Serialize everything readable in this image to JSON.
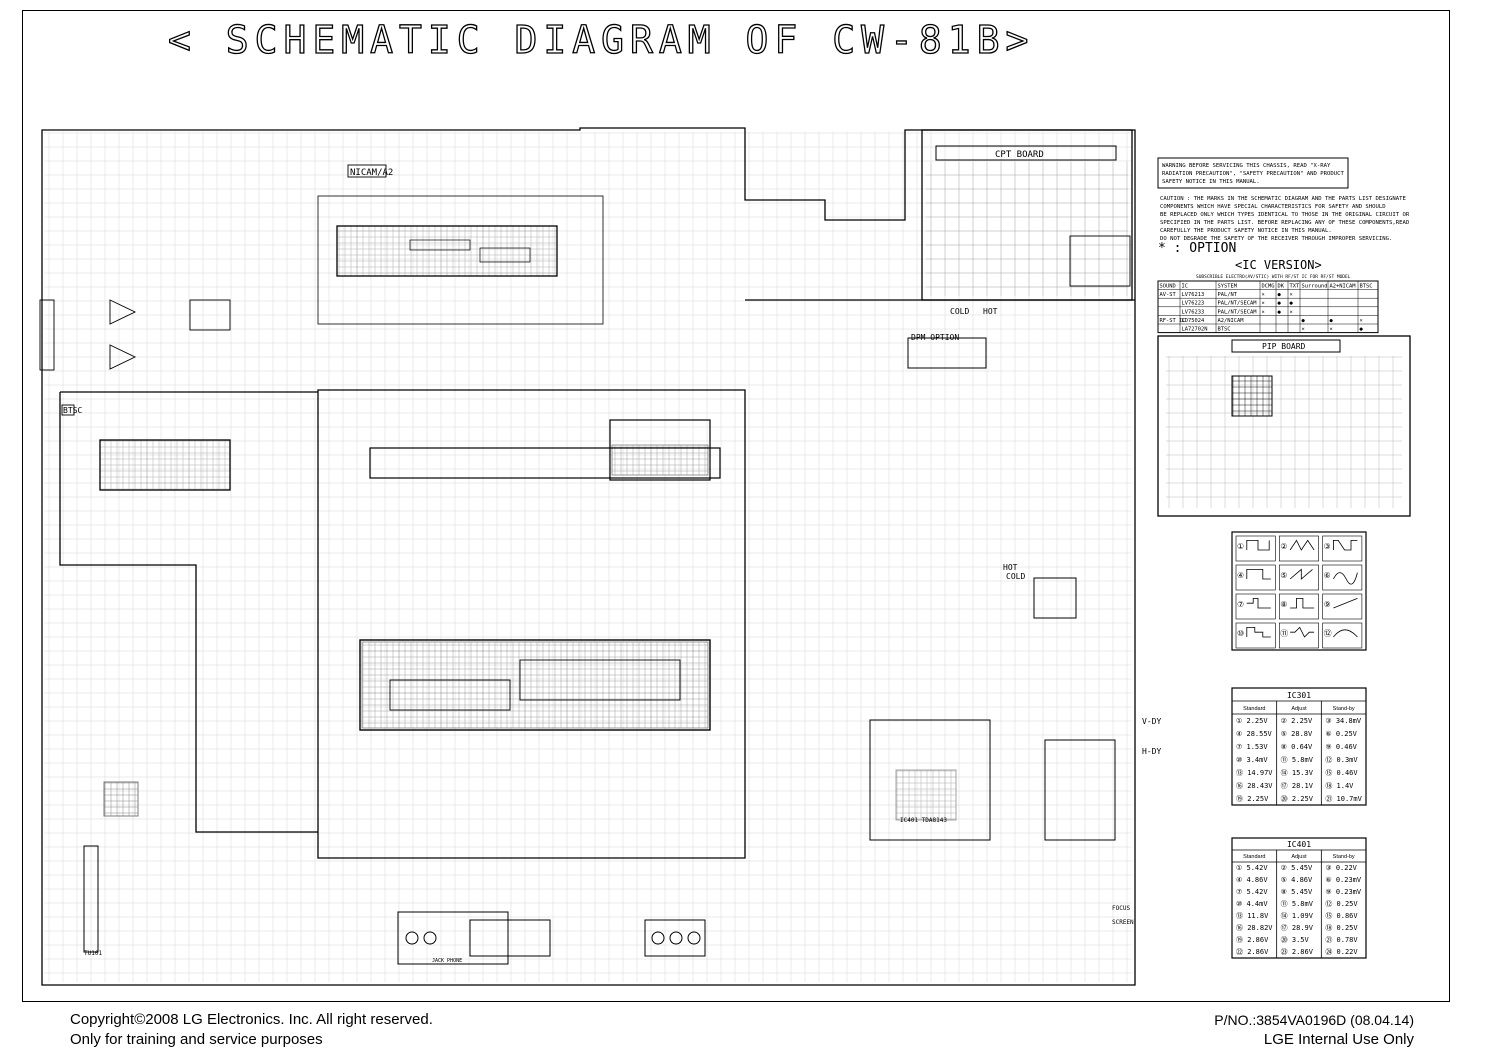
{
  "title": "< SCHEMATIC DIAGRAM OF CW-81B>",
  "blocks": {
    "nicam": "NICAM/A2",
    "btsc": "BTSC",
    "cpt_board": "CPT BOARD",
    "pip_board": "PIP BOARD",
    "dpm_option": "DPM OPTION",
    "cold_top": "COLD",
    "hot_top": "HOT",
    "hot_bottom": "HOT",
    "cold_bottom": "COLD",
    "v_dy": "V-DY",
    "h_dy": "H-DY",
    "focus": "FOCUS",
    "screen": "SCREEN",
    "ic401_label": "IC401\nTDA8143",
    "jack_label": "JACK\nPHONE",
    "tuner": "TU101"
  },
  "warning": [
    "WARNING  BEFORE SERVICING THIS CHASSIS, READ \"X-RAY",
    "RADIATION PRECAUTION\", \"SAFETY PRECAUTION\" AND PRODUCT",
    "SAFETY NOTICE IN THIS MANUAL."
  ],
  "caution": [
    "CAUTION : THE   MARKS IN THE SCHEMATIC DIAGRAM AND THE PARTS LIST DESIGNATE",
    "COMPONENTS WHICH HAVE SPECIAL CHARACTERISTICS FOR SAFETY AND SHOULD",
    "BE REPLACED ONLY WHICH TYPES IDENTICAL TO THOSE IN THE ORIGINAL CIRCUIT OR",
    "SPECIFIED IN THE PARTS LIST. BEFORE REPLACING ANY OF THESE COMPONENTS,READ",
    "CAREFULLY THE PRODUCT SAFETY NOTICE IN THIS MANUAL.",
    "DO NOT DEGRADE THE SAFETY OF THE RECEIVER THROUGH IMPROPER SERVICING."
  ],
  "option": "* : OPTION",
  "ic_version": {
    "title": "<IC VERSION>",
    "subtitle": "SUBSCRIBLE ELECTRO(AV/STIC) WITH RF/ST IC FOR RF/ST MODEL",
    "headers": [
      "SOUND",
      "IC",
      "SYSTEM",
      "DCMG",
      "DK",
      "TXT",
      "Surround",
      "A2+NICAM",
      "BTSC"
    ],
    "rows": [
      [
        "AV-ST",
        "LV76213",
        "PAL/NT",
        "×",
        "●",
        "×",
        "",
        "",
        ""
      ],
      [
        "",
        "LV76223",
        "PAL/NT/SECAM",
        "×",
        "●",
        "●",
        "",
        "",
        ""
      ],
      [
        "",
        "LV76233",
        "PAL/NT/SECAM",
        "×",
        "●",
        "×",
        "",
        "",
        ""
      ],
      [
        "RF-ST IC",
        "LD75024",
        "A2/NICAM",
        "",
        "",
        "",
        "●",
        "●",
        "×"
      ],
      [
        "",
        "LA72702N",
        "BTSC",
        "",
        "",
        "",
        "×",
        "×",
        "●"
      ]
    ]
  },
  "ic301": {
    "title": "IC301",
    "headers": [
      "Standard",
      "Adjust",
      "Stand-by"
    ],
    "rows": [
      [
        "① 2.25V",
        "② 2.25V",
        "③ 34.8mV"
      ],
      [
        "④ 28.55V",
        "⑤ 28.8V",
        "⑥ 0.25V"
      ],
      [
        "⑦ 1.53V",
        "⑧ 0.64V",
        "⑨ 0.46V"
      ],
      [
        "⑩ 3.4mV",
        "⑪ 5.8mV",
        "⑫ 0.3mV"
      ],
      [
        "⑬ 14.97V",
        "⑭ 15.3V",
        "⑮ 0.46V"
      ],
      [
        "⑯ 28.43V",
        "⑰ 28.1V",
        "⑱ 1.4V"
      ],
      [
        "⑲ 2.25V",
        "⑳ 2.25V",
        "㉑ 10.7mV"
      ]
    ]
  },
  "ic401": {
    "title": "IC401",
    "headers": [
      "Standard",
      "Adjust",
      "Stand-by"
    ],
    "rows": [
      [
        "① 5.42V",
        "② 5.45V",
        "③ 0.22V"
      ],
      [
        "④ 4.86V",
        "⑤ 4.86V",
        "⑥ 0.23mV"
      ],
      [
        "⑦ 5.42V",
        "⑧ 5.45V",
        "⑨ 0.23mV"
      ],
      [
        "⑩ 4.4mV",
        "⑪ 5.8mV",
        "⑫ 0.25V"
      ],
      [
        "⑬ 11.8V",
        "⑭ 1.09V",
        "⑮ 0.86V"
      ],
      [
        "⑯ 28.82V",
        "⑰ 28.9V",
        "⑱ 0.25V"
      ],
      [
        "⑲ 2.86V",
        "⑳ 3.5V",
        "㉑ 0.78V"
      ],
      [
        "㉒ 2.86V",
        "㉓ 2.86V",
        "㉔ 0.22V"
      ]
    ]
  },
  "waveforms": [
    "①",
    "②",
    "③",
    "④",
    "⑤",
    "⑥",
    "⑦",
    "⑧",
    "⑨",
    "⑩",
    "⑪",
    "⑫"
  ],
  "footer": {
    "copyright": "Copyright©2008 LG Electronics. Inc. All right reserved.",
    "training": "Only for training and service purposes",
    "part_number": "P/NO.:3854VA0196D   (08.04.14)",
    "internal": "LGE Internal Use Only"
  }
}
